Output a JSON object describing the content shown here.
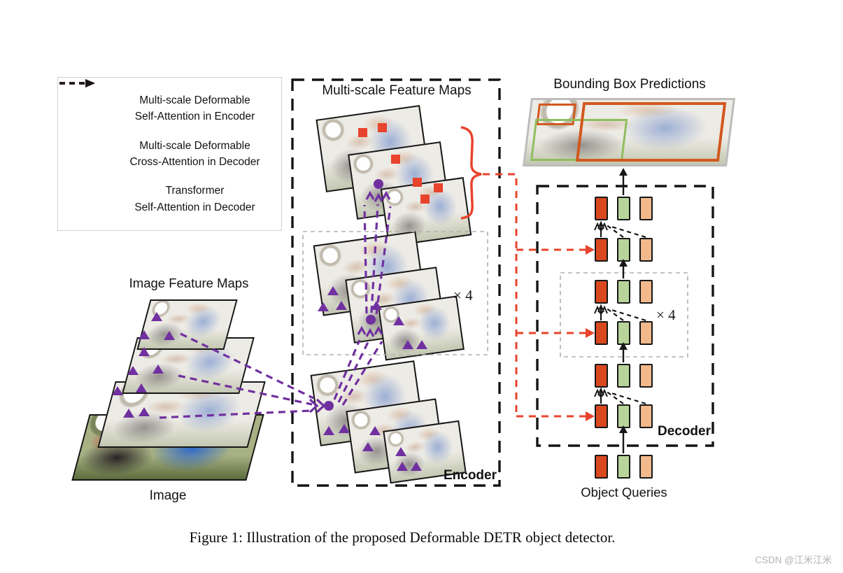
{
  "figure": {
    "caption": "Figure 1: Illustration of the proposed Deformable DETR object detector.",
    "watermark": "CSDN @江米江米"
  },
  "legend": {
    "items": [
      {
        "id": "ms-deformable-self-attention-encoder",
        "line1": "Multi-scale Deformable",
        "line2": "Self-Attention in Encoder",
        "color": "#7030A0"
      },
      {
        "id": "ms-deformable-cross-attention-decoder",
        "line1": "Multi-scale Deformable",
        "line2": "Cross-Attention in Decoder",
        "color": "#E8432C"
      },
      {
        "id": "transformer-self-attention-decoder",
        "line1": "Transformer",
        "line2": "Self-Attention in Decoder",
        "color": "#1A1A1A"
      }
    ]
  },
  "encoder": {
    "title": "Multi-scale Feature Maps",
    "label": "Encoder",
    "repeat_label": "× 4"
  },
  "decoder": {
    "label": "Decoder",
    "repeat_label": "× 4",
    "input_label": "Object Queries"
  },
  "predictions": {
    "title": "Bounding Box Predictions"
  },
  "input": {
    "feature_maps_title": "Image Feature Maps",
    "image_label": "Image"
  },
  "colors": {
    "purple": "#7030A0",
    "red_arrow": "#E8432C",
    "black": "#1A1A1A",
    "query_red": "#D9481F",
    "query_green": "#B8D49A",
    "query_peach": "#F1B98C",
    "bbox_orange": "#D2581E",
    "bbox_green": "#8FBE5E"
  }
}
